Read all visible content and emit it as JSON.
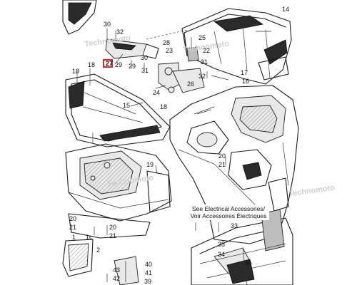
{
  "callouts": {
    "c14": "14",
    "c30": "30",
    "c32a": "32",
    "c28": "28",
    "c25": "25",
    "c23": "23",
    "c22": "22",
    "c30b": "30",
    "c29": "29",
    "c31a": "31",
    "c31b": "31",
    "c26": "26",
    "c24": "24",
    "c32b": "32",
    "c17": "17",
    "c16": "16",
    "c18a": "18",
    "c18b": "18",
    "c15": "15",
    "c18c": "18",
    "c19": "19",
    "c20a": "20",
    "c21a": "21",
    "c20b": "20",
    "c21b": "21",
    "c20c": "20",
    "c21c": "21",
    "c1": "1",
    "c1c": "1c",
    "c2": "2",
    "c33": "33",
    "c35": "35",
    "c34": "34",
    "c36": "36",
    "c43": "43",
    "c42": "42",
    "c40": "40",
    "c41": "41",
    "c39": "39",
    "c29b": "29"
  },
  "highlight_label": "27",
  "note_line1": "See Electrical Accessories/",
  "note_line2": "Voir Accessoires Électriques",
  "watermark": "Technomoto"
}
